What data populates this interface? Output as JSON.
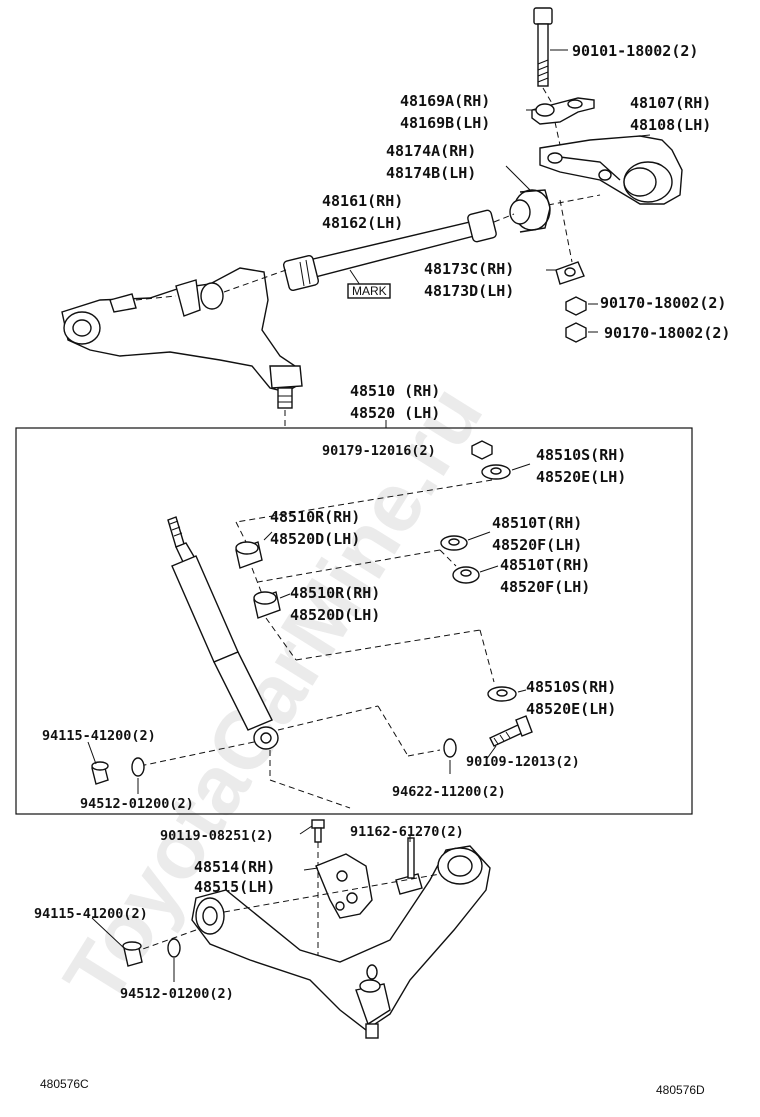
{
  "watermark": "ToyotaCarMine.ru",
  "section_box_title": [
    "48510 (RH)",
    "48520 (LH)"
  ],
  "mark_tag": "MARK",
  "labels": {
    "bolt_top": "90101-18002(2)",
    "p48169": [
      "48169A(RH)",
      "48169B(LH)"
    ],
    "p48107": [
      "48107(RH)",
      "48108(LH)"
    ],
    "p48174": [
      "48174A(RH)",
      "48174B(LH)"
    ],
    "p48161": [
      "48161(RH)",
      "48162(LH)"
    ],
    "p48173": [
      "48173C(RH)",
      "48173D(LH)"
    ],
    "nut_a": "90170-18002(2)",
    "nut_b": "90170-18002(2)",
    "p90179": "90179-12016(2)",
    "p48510s_top": [
      "48510S(RH)",
      "48520E(LH)"
    ],
    "p48510r_top": [
      "48510R(RH)",
      "48520D(LH)"
    ],
    "p48510t_a": [
      "48510T(RH)",
      "48520F(LH)"
    ],
    "p48510t_b": [
      "48510T(RH)",
      "48520F(LH)"
    ],
    "p48510r_bot": [
      "48510R(RH)",
      "48520D(LH)"
    ],
    "p48510s_bot": [
      "48510S(RH)",
      "48520E(LH)"
    ],
    "p94115_a": "94115-41200(2)",
    "p94512_a": "94512-01200(2)",
    "p90109": "90109-12013(2)",
    "p94622": "94622-11200(2)",
    "p90119": "90119-08251(2)",
    "p91162": "91162-61270(2)",
    "p48514": [
      "48514(RH)",
      "48515(LH)"
    ],
    "p94115_b": "94115-41200(2)",
    "p94512_b": "94512-01200(2)"
  },
  "codes": {
    "left": "480576C",
    "right": "480576D"
  }
}
